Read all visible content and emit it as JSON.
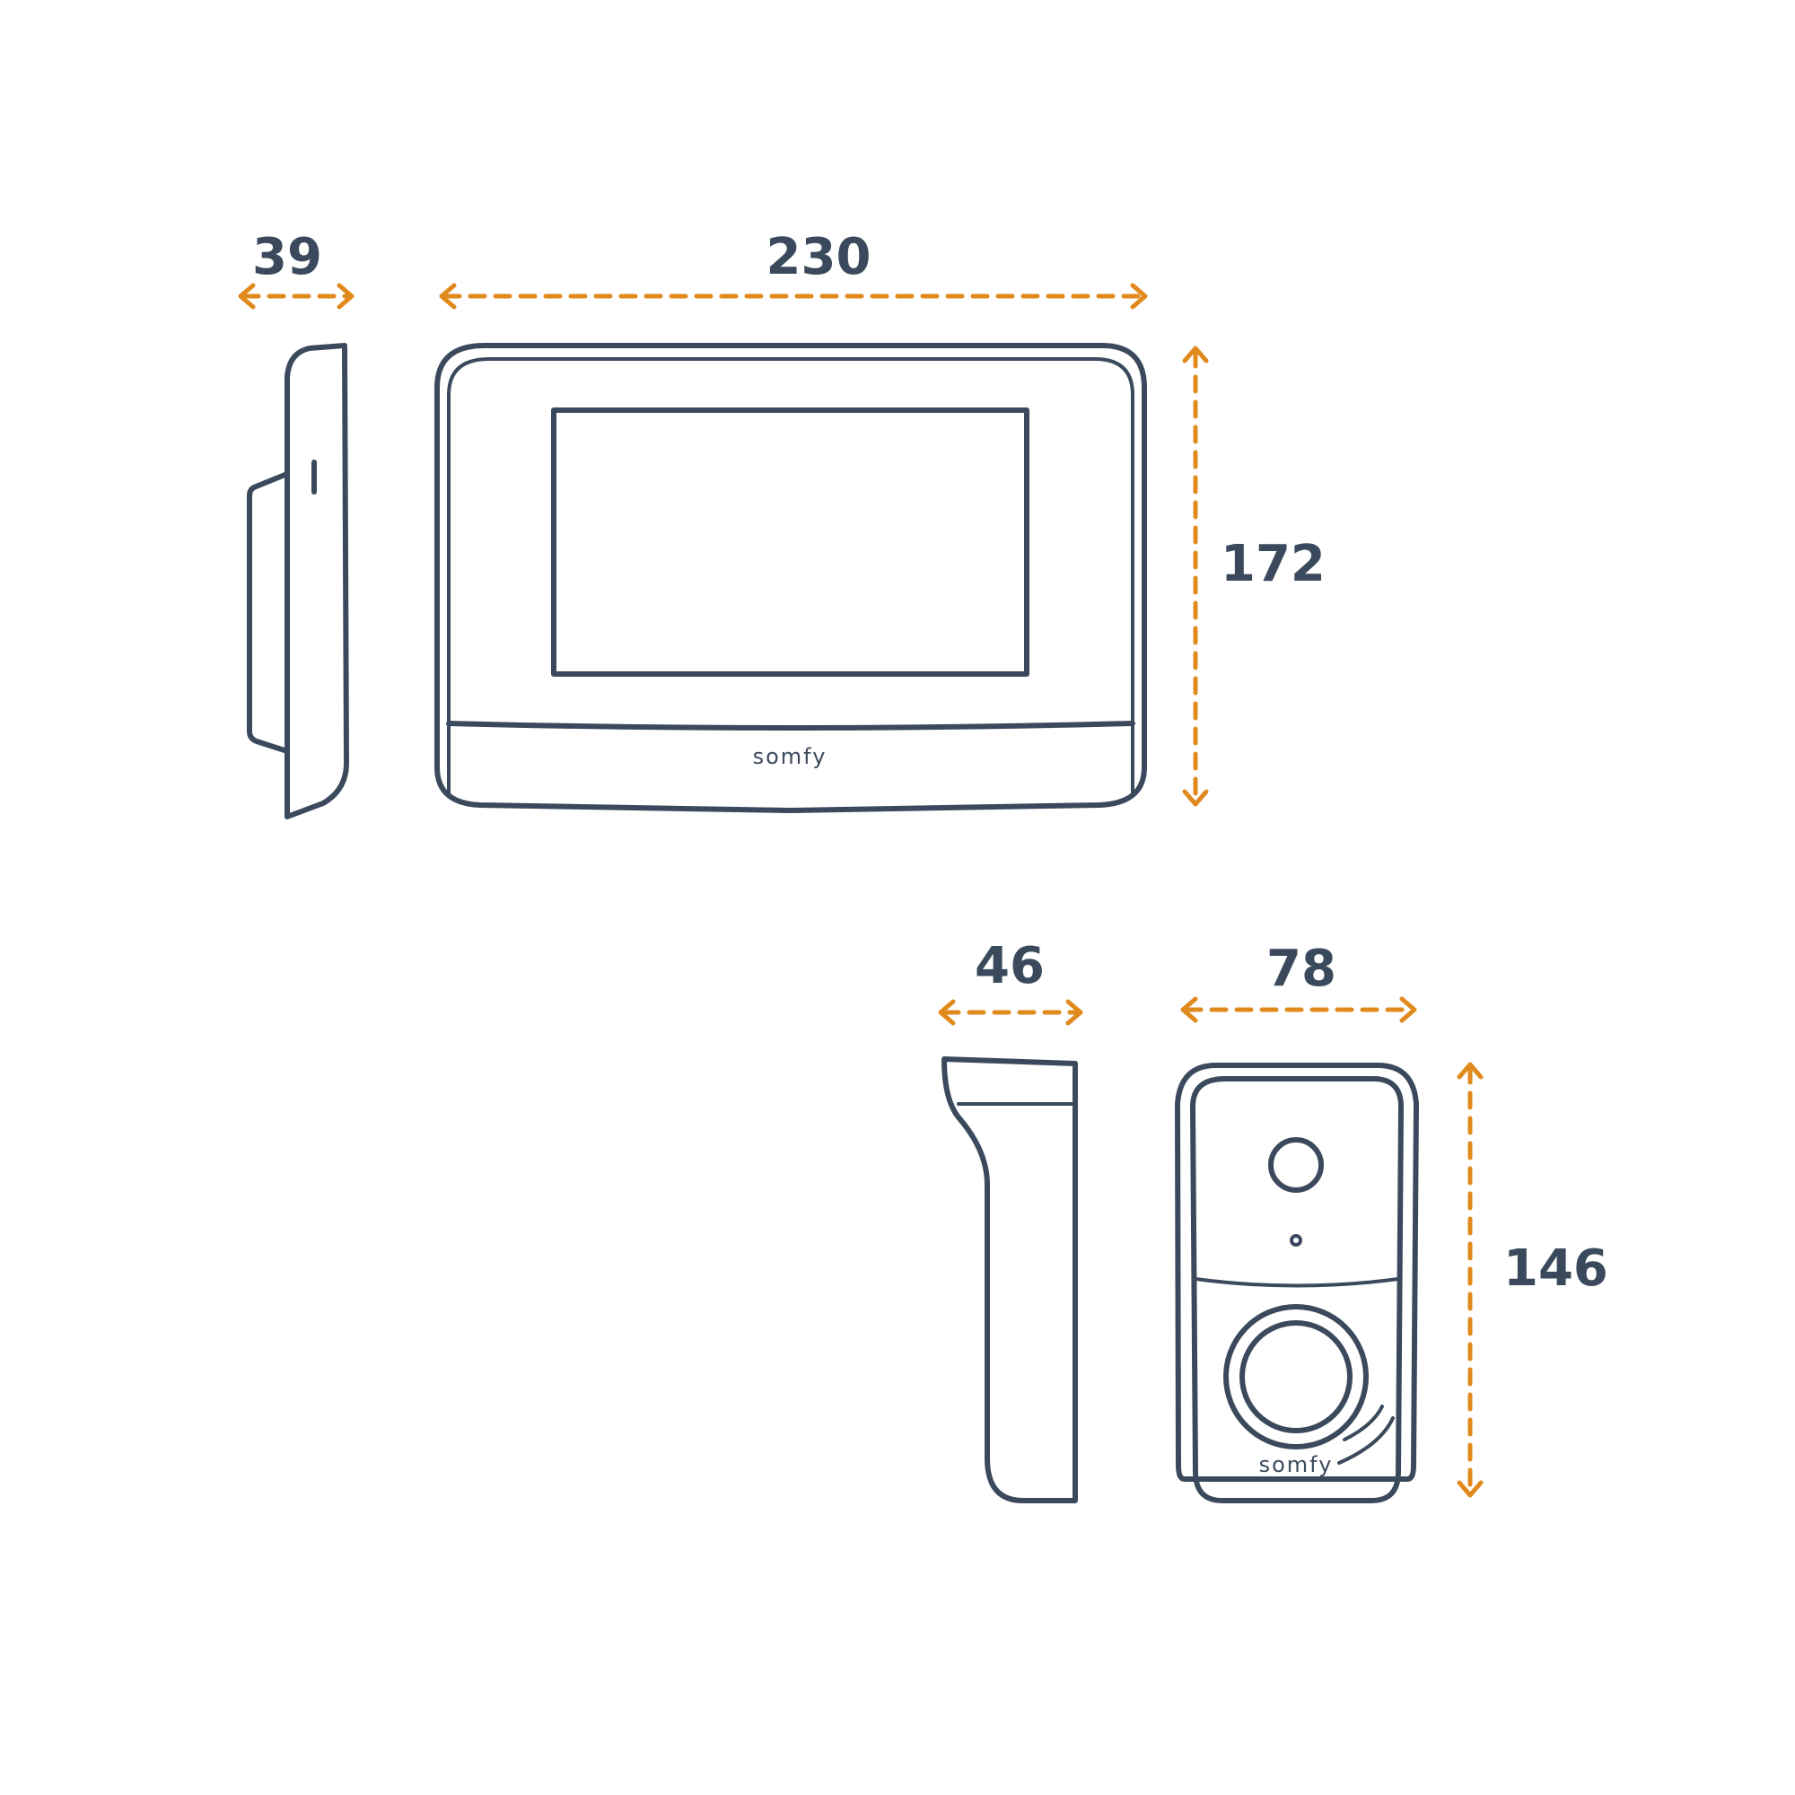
{
  "monitor": {
    "depth_label": "39",
    "width_label": "230",
    "height_label": "172",
    "brand": "somfy"
  },
  "doorbell": {
    "depth_label": "46",
    "width_label": "78",
    "height_label": "146",
    "brand": "somfy"
  },
  "colors": {
    "outline": "#3a4a5c",
    "dimension": "#e08a1e",
    "background": "#ffffff"
  }
}
